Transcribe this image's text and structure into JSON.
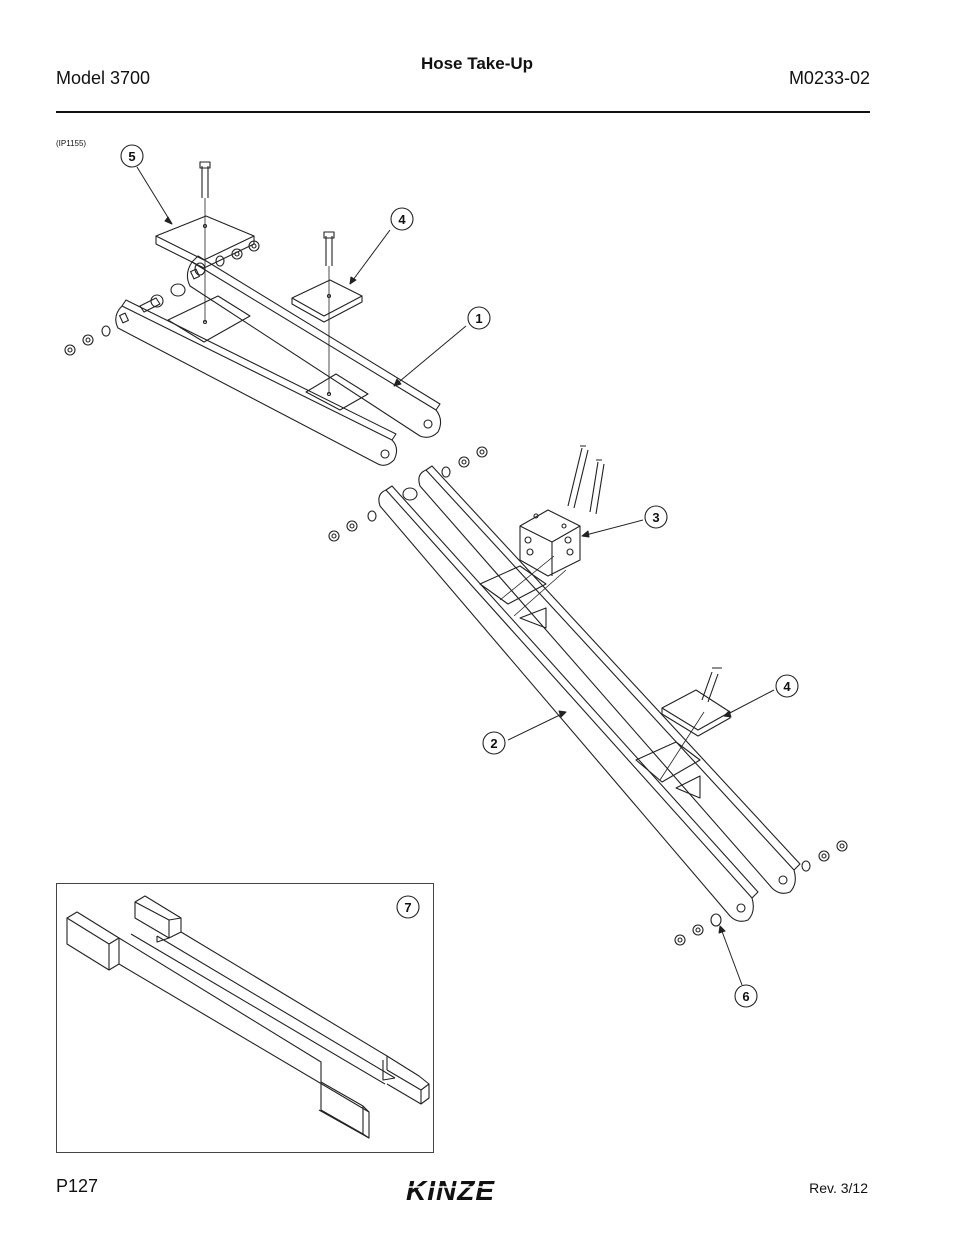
{
  "header": {
    "model": "Model 3700",
    "title": "Hose Take-Up",
    "doc_number": "M0233-02"
  },
  "figure": {
    "reference": "(IP1155)",
    "callouts": [
      "1",
      "2",
      "3",
      "4",
      "4",
      "5",
      "6",
      "7"
    ]
  },
  "footer": {
    "page": "P127",
    "brand": "KINZE",
    "revision": "Rev. 3/12"
  }
}
